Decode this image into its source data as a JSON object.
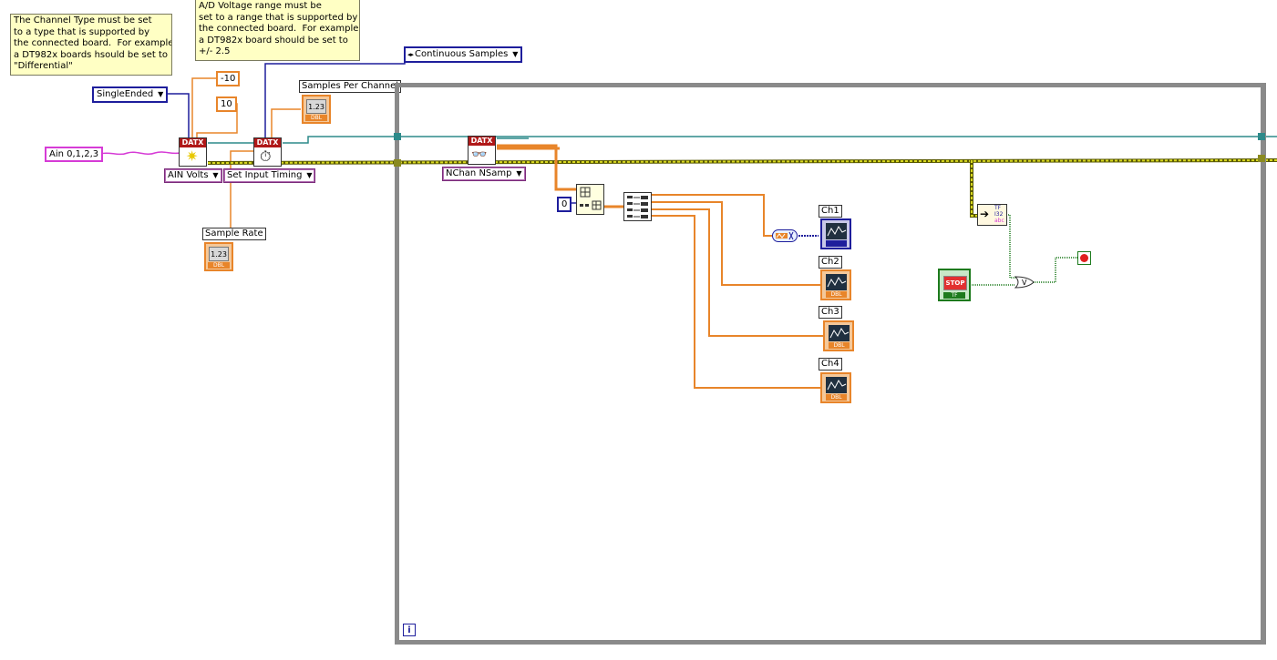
{
  "notes": {
    "channel_type": "The Channel Type must be set\nto a type that is supported by\nthe connected board.  For example\na DT982x boards hsould be set to\n\"Differential\"",
    "voltage_range": "A/D Voltage range must be\nset to a range that is supported by\nthe connected board.  For example\na DT982x board should be set to\n+/- 2.5"
  },
  "constants": {
    "channel_list": "Ain 0,1,2,3",
    "min_value": "-10",
    "max_value": "10",
    "index": "0"
  },
  "rings": {
    "terminal_config": "SingleEnded",
    "sample_mode": "Continuous Samples",
    "create_channel": "AIN Volts",
    "timing": "Set Input Timing",
    "read_mode": "NChan NSamp"
  },
  "labels": {
    "samples_per_channel": "Samples Per Channel",
    "sample_rate": "Sample Rate",
    "ch1": "Ch1",
    "ch2": "Ch2",
    "ch3": "Ch3",
    "ch4": "Ch4"
  },
  "vi_blocks": {
    "datx_label": "DATX",
    "numeric_type": "DBL",
    "numeric_face": "1.23",
    "stop_face": "STOP",
    "bool_type": "TF",
    "iteration_symbol": "i"
  },
  "colors": {
    "wire_orange": "#e8852a",
    "wire_pink": "#d63bd6",
    "wire_blue": "#1e1e9c",
    "wire_teal": "#2d8a8a",
    "error_wire": "#c8c800",
    "loop_frame": "#8a8a8a",
    "note_bg": "#ffffc4",
    "boolean_green": "#1d7a1d"
  }
}
